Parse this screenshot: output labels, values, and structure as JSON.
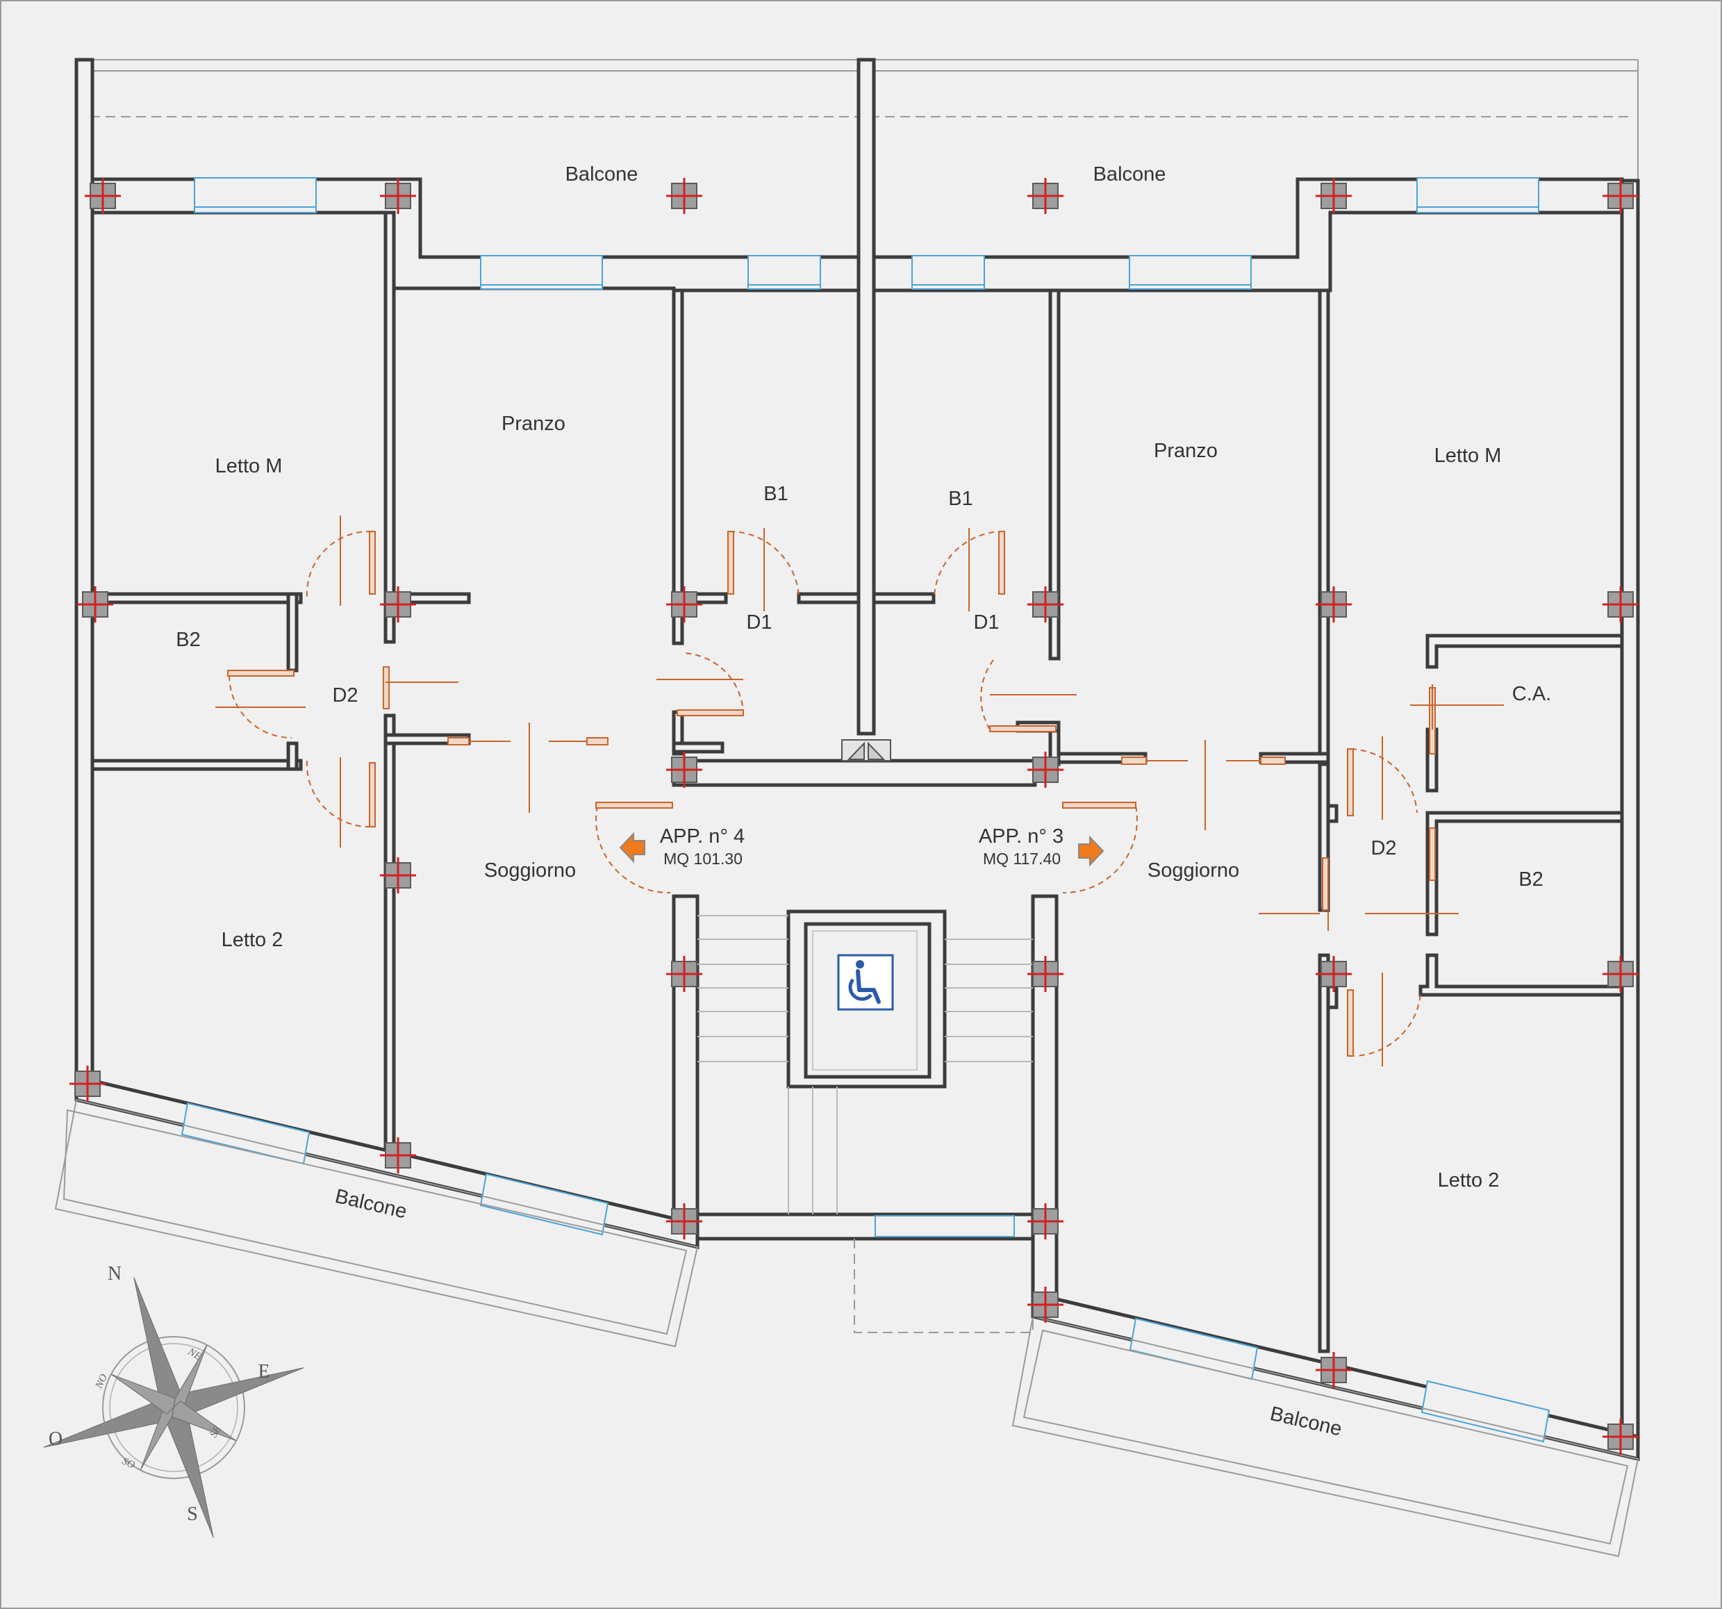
{
  "rooms_app4": {
    "balcone_north": "Balcone",
    "letto_m": "Letto M",
    "pranzo": "Pranzo",
    "b1": "B1",
    "b2": "B2",
    "d2": "D2",
    "d1": "D1",
    "soggiorno": "Soggiorno",
    "letto_2": "Letto 2",
    "balcone_south": "Balcone"
  },
  "rooms_app3": {
    "balcone_north": "Balcone",
    "letto_m": "Letto M",
    "pranzo": "Pranzo",
    "b1": "B1",
    "d1": "D1",
    "ca": "C.A.",
    "d2": "D2",
    "b2": "B2",
    "soggiorno": "Soggiorno",
    "letto_2": "Letto 2",
    "balcone_south": "Balcone"
  },
  "apartments": {
    "app4_title": "APP. n° 4",
    "app4_area": "MQ 101.30",
    "app3_title": "APP. n° 3",
    "app3_area": "MQ 117.40"
  },
  "compass": {
    "n": "N",
    "e": "E",
    "s": "S",
    "o": "O",
    "ne": "NE",
    "se": "SE",
    "so": "SO",
    "no": "NO"
  },
  "icons": {
    "accessibility": "wheelchair-icon",
    "arrow_left": "arrow-left-icon",
    "arrow_right": "arrow-right-icon"
  },
  "colors": {
    "background": "#f0f0f0",
    "wall": "#3c3c3c",
    "window": "#4aa3d8",
    "door": "#c8642a",
    "column_cross": "#d42020",
    "arrow": "#f07a1e",
    "accessibility": "#2a5ca8"
  }
}
